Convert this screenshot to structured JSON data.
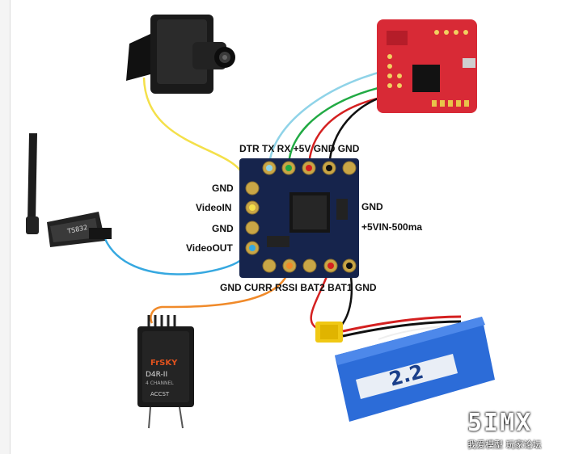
{
  "header_labels": {
    "pins_top": "DTR TX RX +5V GND GND",
    "pins_bottom": "GND CURR RSSI BAT2 BAT1 GND"
  },
  "left_labels": {
    "gnd_1": "GND",
    "video_in": "VideoIN",
    "gnd_2": "GND",
    "video_out": "VideoOUT"
  },
  "right_labels": {
    "gnd": "GND",
    "vin": "+5VIN-500ma"
  },
  "component_text": {
    "transmitter": "TS832",
    "receiver_brand": "FrSKY",
    "receiver_model": "D4R-II",
    "receiver_channels": "4 CHANNEL",
    "receiver_accst": "ACCST",
    "battery": "2.2"
  },
  "watermark": {
    "logo": "5IMX",
    "subtitle": "我爱模型 玩家论坛"
  },
  "colors": {
    "osd_board": "#16244c",
    "pad_gold": "#c9a646",
    "fc_board": "#d82a36",
    "wire_yellow": "#f4e04a",
    "wire_blue": "#36a8e0",
    "wire_lightblue": "#8fd3e8",
    "wire_green": "#22aa44",
    "wire_red": "#d42020",
    "wire_black": "#111111",
    "wire_orange": "#f08a2a",
    "battery_blue": "#2c6cd8"
  }
}
